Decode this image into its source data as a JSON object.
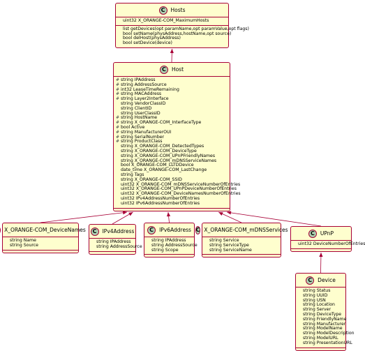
{
  "diagram": {
    "classes": [
      {
        "id": "hosts",
        "name": "Hosts",
        "badge": "C",
        "attributes": [
          {
            "vis": "",
            "text": "uint32 X_ORANGE-COM_MaximumHosts"
          }
        ],
        "methods": [
          {
            "vis": "",
            "text": "list getDevices(opt paramName,opt paramValue,opt flags)"
          },
          {
            "vis": "",
            "text": "bool setName(physAddress,hostName,opt source)"
          },
          {
            "vis": "",
            "text": "bool delHost(physAddress)"
          },
          {
            "vis": "",
            "text": "bool setDevice(device)"
          }
        ]
      },
      {
        "id": "host",
        "name": "Host",
        "badge": "C",
        "attributes": [
          {
            "vis": "#",
            "text": "string IPAddress"
          },
          {
            "vis": "#",
            "text": "string AddressSource"
          },
          {
            "vis": "#",
            "text": "int32 LeaseTimeRemaining"
          },
          {
            "vis": "#",
            "text": "string MACAddress"
          },
          {
            "vis": "#",
            "text": "string Layer2Interface"
          },
          {
            "vis": "",
            "text": "string VendorClassID"
          },
          {
            "vis": "",
            "text": "string ClientID"
          },
          {
            "vis": "",
            "text": "string UserClassID"
          },
          {
            "vis": "#",
            "text": "string HostName"
          },
          {
            "vis": "#",
            "text": "string X_ORANGE-COM_InterfaceType"
          },
          {
            "vis": "#",
            "text": "bool Active"
          },
          {
            "vis": "#",
            "text": "string ManufacturerOUI"
          },
          {
            "vis": "#",
            "text": "string SerialNumber"
          },
          {
            "vis": "#",
            "text": "string ProductClass"
          },
          {
            "vis": "",
            "text": "string X_ORANGE-COM_DetectedTypes"
          },
          {
            "vis": "",
            "text": "string X_ORANGE-COM_DeviceType"
          },
          {
            "vis": "",
            "text": "string X_ORANGE-COM_UPnPFriendlyNames"
          },
          {
            "vis": "",
            "text": "string X_ORANGE-COM_mDNSServiceNames"
          },
          {
            "vis": "",
            "text": "bool X_ORANGE-COM_LLTDDevice"
          },
          {
            "vis": "",
            "text": "date_time X_ORANGE-COM_LastChange"
          },
          {
            "vis": "",
            "text": "string Tags"
          },
          {
            "vis": "",
            "text": "string X_ORANGE-COM_SSID"
          },
          {
            "vis": "",
            "text": "uint32 X_ORANGE-COM_mDNSServiceNumberOfEntries"
          },
          {
            "vis": "",
            "text": "uint32 X_ORANGE-COM_UPnPDeviceNumberOfEntries"
          },
          {
            "vis": "",
            "text": "uint32 X_ORANGE-COM_DeviceNamesNumberOfEntries"
          },
          {
            "vis": "",
            "text": "uint32 IPv4AddressNumberOfEntries"
          },
          {
            "vis": "",
            "text": "uint32 IPv6AddressNumberOfEntries"
          }
        ],
        "methods": []
      },
      {
        "id": "devicenames",
        "name": "X_ORANGE-COM_DeviceNames",
        "badge": "C",
        "attributes": [
          {
            "vis": "",
            "text": "string Name"
          },
          {
            "vis": "",
            "text": "string Source"
          }
        ],
        "methods": []
      },
      {
        "id": "ipv4",
        "name": "IPv4Address",
        "badge": "C",
        "attributes": [
          {
            "vis": "",
            "text": "string IPAddress"
          },
          {
            "vis": "",
            "text": "string AddressSource"
          }
        ],
        "methods": []
      },
      {
        "id": "ipv6",
        "name": "IPv6Address",
        "badge": "C",
        "attributes": [
          {
            "vis": "",
            "text": "string IPAddress"
          },
          {
            "vis": "",
            "text": "string AddressSource"
          },
          {
            "vis": "",
            "text": "string Scope"
          }
        ],
        "methods": []
      },
      {
        "id": "mdns",
        "name": "X_ORANGE-COM_mDNSServices",
        "badge": "C",
        "attributes": [
          {
            "vis": "",
            "text": "string Service"
          },
          {
            "vis": "",
            "text": "string ServiceType"
          },
          {
            "vis": "",
            "text": "string ServiceName"
          }
        ],
        "methods": []
      },
      {
        "id": "upnp",
        "name": "UPnP",
        "badge": "C",
        "attributes": [
          {
            "vis": "",
            "text": "uint32 DeviceNumberOfEntries"
          }
        ],
        "methods": []
      },
      {
        "id": "device",
        "name": "Device",
        "badge": "C",
        "attributes": [
          {
            "vis": "",
            "text": "string Status"
          },
          {
            "vis": "",
            "text": "string UUID"
          },
          {
            "vis": "",
            "text": "string USN"
          },
          {
            "vis": "",
            "text": "string Location"
          },
          {
            "vis": "",
            "text": "string Server"
          },
          {
            "vis": "",
            "text": "string DeviceType"
          },
          {
            "vis": "",
            "text": "string FriendlyName"
          },
          {
            "vis": "",
            "text": "string Manufacturer"
          },
          {
            "vis": "",
            "text": "string ModelName"
          },
          {
            "vis": "",
            "text": "string ModelDescription"
          },
          {
            "vis": "",
            "text": "string ModelURL"
          },
          {
            "vis": "",
            "text": "string PresentationURL"
          }
        ],
        "methods": []
      }
    ],
    "edges": [
      {
        "from": "hosts",
        "to": "host"
      },
      {
        "from": "host",
        "to": "devicenames"
      },
      {
        "from": "host",
        "to": "ipv4"
      },
      {
        "from": "host",
        "to": "ipv6"
      },
      {
        "from": "host",
        "to": "mdns"
      },
      {
        "from": "host",
        "to": "upnp"
      },
      {
        "from": "upnp",
        "to": "device"
      }
    ],
    "colors": {
      "fill": "#FEFECE",
      "border": "#A80036",
      "badge": "#ADD1B2",
      "edge": "#A80036"
    }
  }
}
